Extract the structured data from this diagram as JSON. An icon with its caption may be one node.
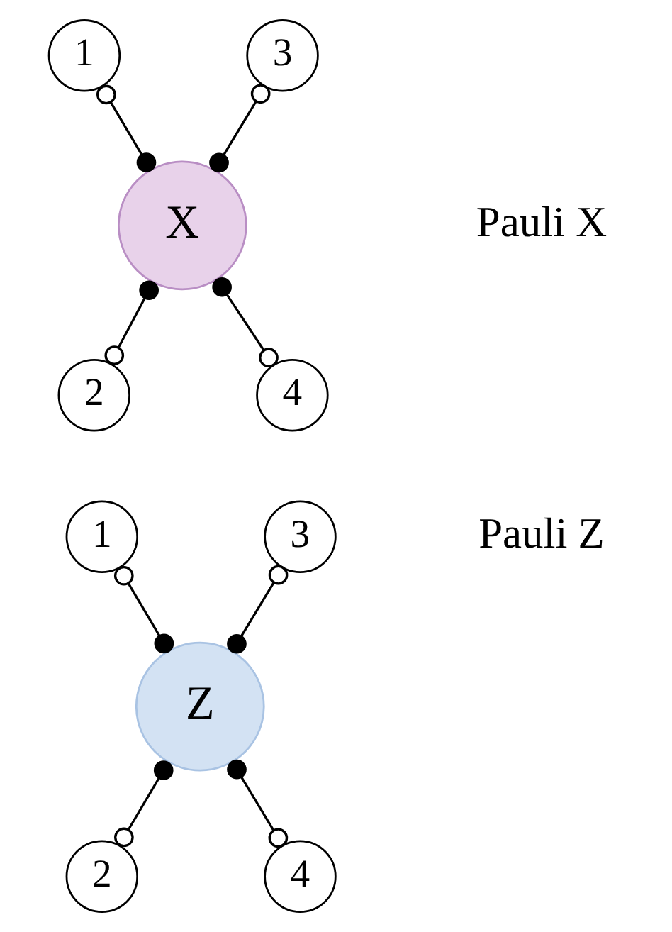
{
  "diagram": {
    "nodes": [
      {
        "text": [
          "1"
        ]
      },
      {
        "text": [
          "3"
        ]
      },
      {
        "text": [
          "X"
        ]
      },
      {
        "text": [
          "2"
        ]
      },
      {
        "text": [
          "4"
        ]
      },
      {
        "text": [
          "1"
        ]
      },
      {
        "text": [
          "3"
        ]
      },
      {
        "text": [
          "Z"
        ]
      },
      {
        "text": [
          "2"
        ]
      },
      {
        "text": [
          "4"
        ]
      }
    ],
    "edges": [
      {
        "from": 0,
        "to": 2,
        "arrow": "other"
      },
      {
        "from": 1,
        "to": 2,
        "arrow": "other"
      },
      {
        "from": 2,
        "to": 3,
        "arrow": "other"
      },
      {
        "from": 2,
        "to": 4,
        "arrow": "other"
      },
      {
        "from": 5,
        "to": 7,
        "arrow": "other"
      },
      {
        "from": 6,
        "to": 7,
        "arrow": "other"
      },
      {
        "from": 7,
        "to": 8,
        "arrow": "other"
      },
      {
        "from": 7,
        "to": 9,
        "arrow": "other"
      }
    ],
    "labels": [
      "Pauli X",
      "Pauli Z"
    ]
  }
}
